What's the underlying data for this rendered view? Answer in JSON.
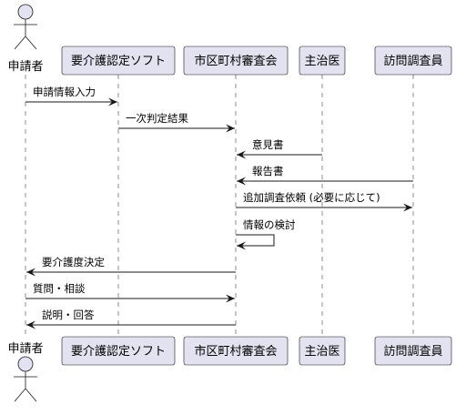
{
  "diagram": {
    "participants": [
      {
        "id": "applicant",
        "label": "申請者",
        "kind": "actor"
      },
      {
        "id": "software",
        "label": "要介護認定ソフト",
        "kind": "box"
      },
      {
        "id": "committee",
        "label": "市区町村審査会",
        "kind": "box"
      },
      {
        "id": "doctor",
        "label": "主治医",
        "kind": "box"
      },
      {
        "id": "investigator",
        "label": "訪問調査員",
        "kind": "box"
      }
    ],
    "messages": [
      {
        "from": "applicant",
        "to": "software",
        "label": "申請情報入力"
      },
      {
        "from": "software",
        "to": "committee",
        "label": "一次判定結果"
      },
      {
        "from": "doctor",
        "to": "committee",
        "label": "意見書"
      },
      {
        "from": "investigator",
        "to": "committee",
        "label": "報告書"
      },
      {
        "from": "committee",
        "to": "investigator",
        "label": "追加調査依頼 (必要に応じて)"
      },
      {
        "from": "committee",
        "to": "committee",
        "label": "情報の検討"
      },
      {
        "from": "committee",
        "to": "applicant",
        "label": "要介護度決定"
      },
      {
        "from": "applicant",
        "to": "committee",
        "label": "質問・相談"
      },
      {
        "from": "committee",
        "to": "applicant",
        "label": "説明・回答"
      }
    ]
  }
}
